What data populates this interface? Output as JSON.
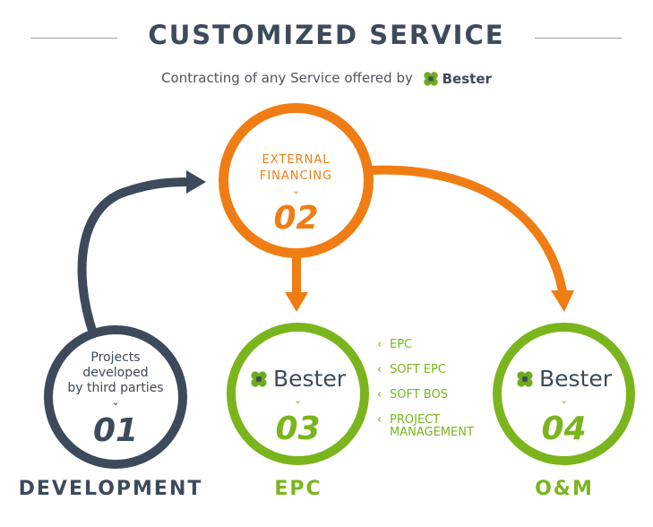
{
  "title": "CUSTOMIZED SERVICE",
  "subtitle": "Contracting of any Service offered by",
  "brand": "Bester",
  "colors": {
    "dark": "#3c4a5c",
    "orange": "#f07d13",
    "green": "#7ab51d",
    "logo_green": "#6dac1e"
  },
  "steps": [
    {
      "number": "01",
      "text": [
        "Projects",
        "developed",
        "by third parties"
      ],
      "label": "DEVELOPMENT"
    },
    {
      "number": "02",
      "text": [
        "EXTERNAL",
        "FINANCING"
      ]
    },
    {
      "number": "03",
      "brand": "Bester",
      "label": "EPC"
    },
    {
      "number": "04",
      "brand": "Bester",
      "label": "O&M"
    }
  ],
  "epc_services": [
    "EPC",
    "SOFT EPC",
    "SOFT BOS",
    "PROJECT",
    "MANAGEMENT"
  ]
}
